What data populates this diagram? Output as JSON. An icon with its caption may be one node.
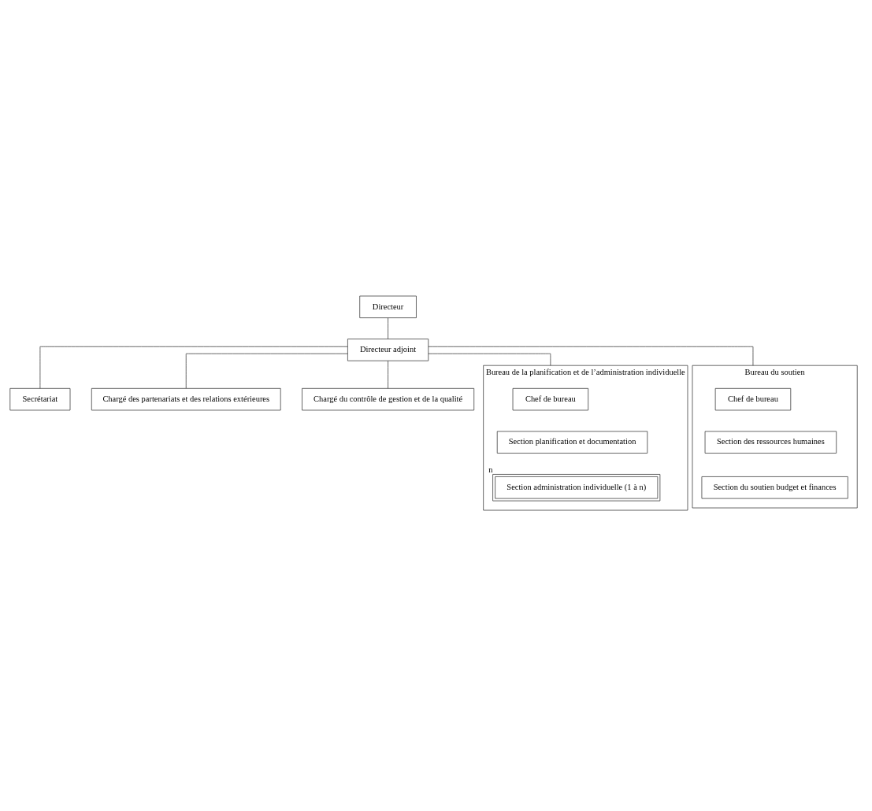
{
  "diagram": {
    "nodes": [
      {
        "text": [
          "Directeur"
        ]
      },
      {
        "text": [
          "Directeur adjoint"
        ]
      },
      {
        "text": [
          "Secrétariat"
        ]
      },
      {
        "text": [
          "Chargé des partenariats et des relations extérieures"
        ]
      },
      {
        "text": [
          "Chargé du contrôle de gestion et de la qualité"
        ]
      },
      {
        "text": [
          "Bureau de la planification et de l’administration individuelle"
        ]
      },
      {
        "text": [
          "Chef de bureau"
        ],
        "in": 5
      },
      {
        "text": [
          "Section planification et documentation"
        ],
        "in": 5
      },
      {
        "text": [
          "Section administration individuelle (1 à n)"
        ],
        "in": 5,
        "beside": [
          "n"
        ]
      },
      {
        "text": [
          "Bureau du soutien"
        ]
      },
      {
        "text": [
          "Chef de bureau"
        ],
        "in": 9
      },
      {
        "text": [
          "Section des ressources humaines"
        ],
        "in": 9
      },
      {
        "text": [
          "Section du soutien budget et finances"
        ],
        "in": 9
      }
    ],
    "edges": [
      {
        "from": 0,
        "to": 1,
        "arrow": "none"
      },
      {
        "from": 1,
        "to": 2,
        "arrow": "none"
      },
      {
        "from": 1,
        "to": 3,
        "arrow": "none"
      },
      {
        "from": 1,
        "to": 4,
        "arrow": "none"
      },
      {
        "from": 1,
        "to": 5,
        "arrow": "none"
      },
      {
        "from": 1,
        "to": 9,
        "arrow": "none"
      }
    ]
  }
}
